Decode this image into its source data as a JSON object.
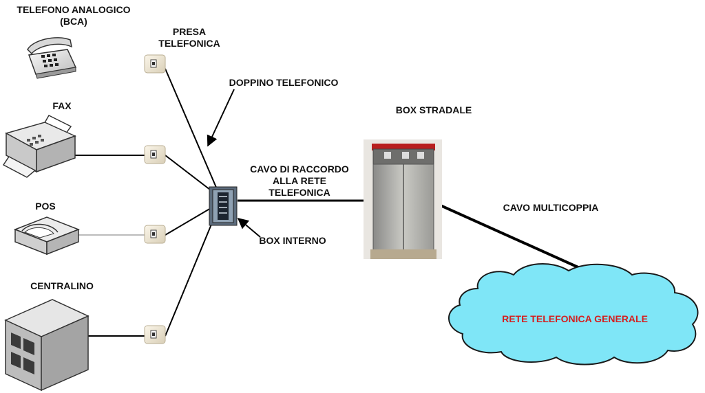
{
  "labels": {
    "telefono": [
      "TELEFONO ANALOGICO",
      "(BCA)"
    ],
    "presa": [
      "PRESA",
      "TELEFONICA"
    ],
    "doppino": "DOPPINO TELEFONICO",
    "fax": "FAX",
    "pos": "POS",
    "centralino": "CENTRALINO",
    "box_stradale": "BOX STRADALE",
    "cavo_raccordo": [
      "CAVO DI RACCORDO",
      "ALLA RETE",
      "TELEFONICA"
    ],
    "box_interno": "BOX INTERNO",
    "cavo_multicoppia": "CAVO MULTICOPPIA",
    "rete": "RETE TELEFONICA GENERALE"
  },
  "colors": {
    "cloud_fill": "#7fe6f7",
    "cloud_stroke": "#1a1a1a",
    "rete_text": "#d42020",
    "line": "#000000"
  },
  "icons": [
    "telephone-icon",
    "fax-icon",
    "pos-terminal-icon",
    "pbx-server-icon",
    "wall-socket-icon",
    "internal-box-icon",
    "street-cabinet-icon",
    "cloud-network-icon"
  ]
}
